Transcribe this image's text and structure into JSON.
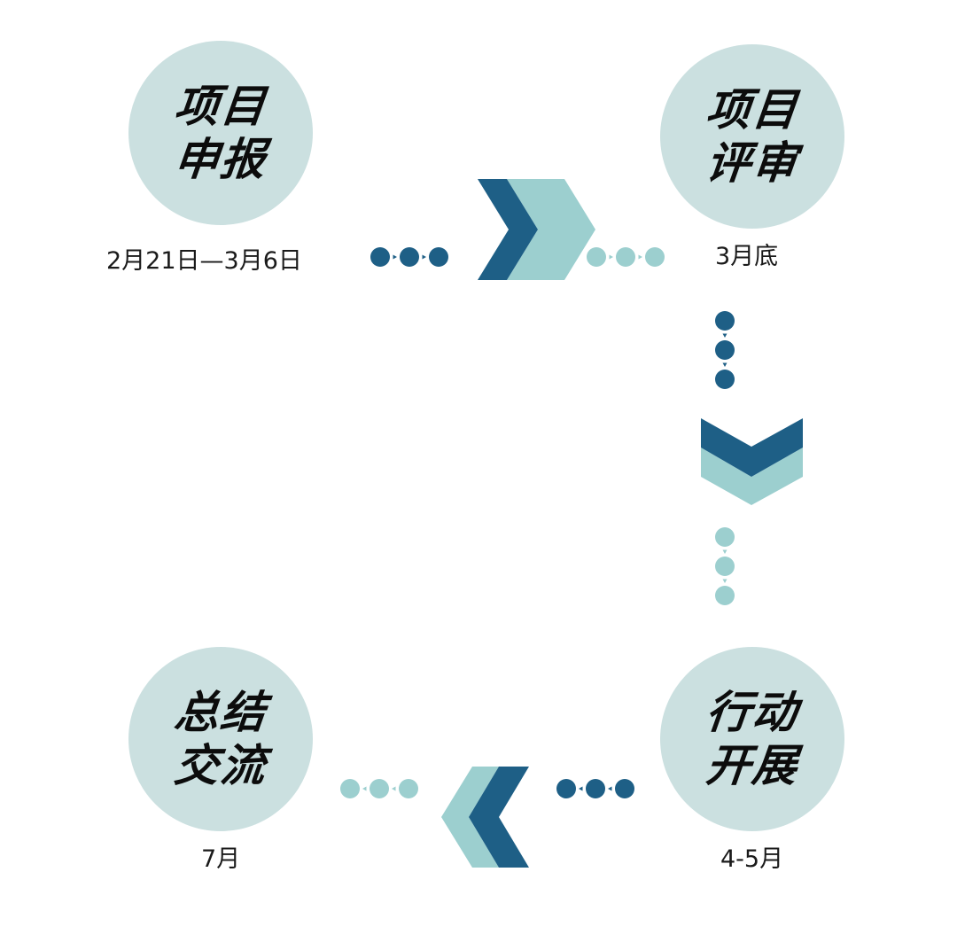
{
  "stages": [
    {
      "id": "declare",
      "lines": [
        "项目",
        "申报"
      ],
      "date": "2月21日—3月6日"
    },
    {
      "id": "review",
      "lines": [
        "项目",
        "评审"
      ],
      "date": "3月底"
    },
    {
      "id": "action",
      "lines": [
        "行动",
        "开展"
      ],
      "date": "4-5月"
    },
    {
      "id": "summary",
      "lines": [
        "总结",
        "交流"
      ],
      "date": "7月"
    }
  ],
  "colors": {
    "circle_fill": "#cbe0e0",
    "dark_blue": "#1e5f86",
    "light_teal": "#9ccfcf",
    "text": "#0c0c0c"
  }
}
